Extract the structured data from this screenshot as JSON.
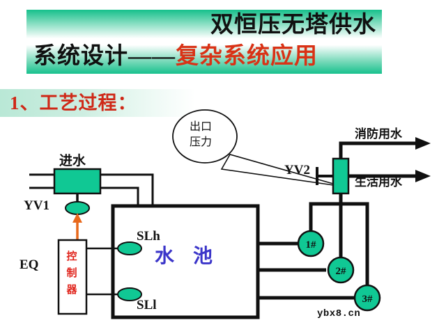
{
  "title": {
    "line1": "双恒压无塔供水",
    "line2_black": "系统设计——",
    "line2_red": "复杂系统应用"
  },
  "section": {
    "heading": "1、工艺过程："
  },
  "diagram": {
    "callout": {
      "text_line1": "出口",
      "text_line2": "压力"
    },
    "labels": {
      "inlet": "进水",
      "yv1": "YV1",
      "yv2": "YV2",
      "eq": "EQ",
      "controller": "控制器",
      "tank": "水 池",
      "level_high": "SLh",
      "level_low": "SLl",
      "fire_water": "消防用水",
      "domestic_water": "生活用水"
    },
    "pumps": [
      {
        "name": "1#"
      },
      {
        "name": "2#"
      },
      {
        "name": "3#"
      }
    ],
    "colors": {
      "valve_green": "#10c894",
      "pump_green": "#10c894",
      "sensor_green": "#10c894",
      "line_black": "#101010",
      "arrow_orange": "#e8681b",
      "tank_text_blue": "#3b35c9",
      "controller_text_red": "#e0241c",
      "banner_green": "#16c08c",
      "heading_red": "#cf2817"
    }
  },
  "watermark": "ybx8.cn"
}
